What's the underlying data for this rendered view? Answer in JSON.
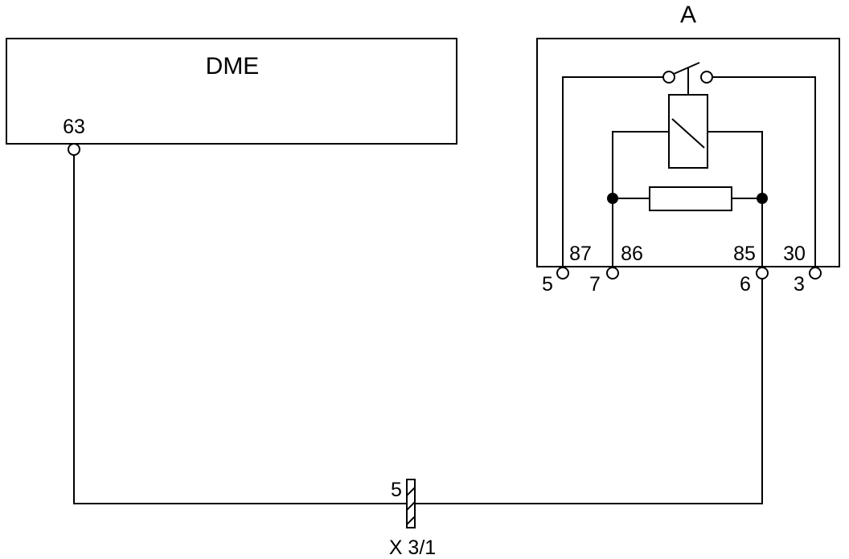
{
  "dme": {
    "label": "DME",
    "pin": "63"
  },
  "relay": {
    "label": "A",
    "terminals": {
      "t87": "87",
      "t86": "86",
      "t85": "85",
      "t30": "30"
    },
    "pins": {
      "p5": "5",
      "p7": "7",
      "p6": "6",
      "p3": "3"
    }
  },
  "connector": {
    "label": "X 3/1",
    "pin": "5"
  },
  "colors": {
    "line": "#000000",
    "background": "#ffffff"
  }
}
